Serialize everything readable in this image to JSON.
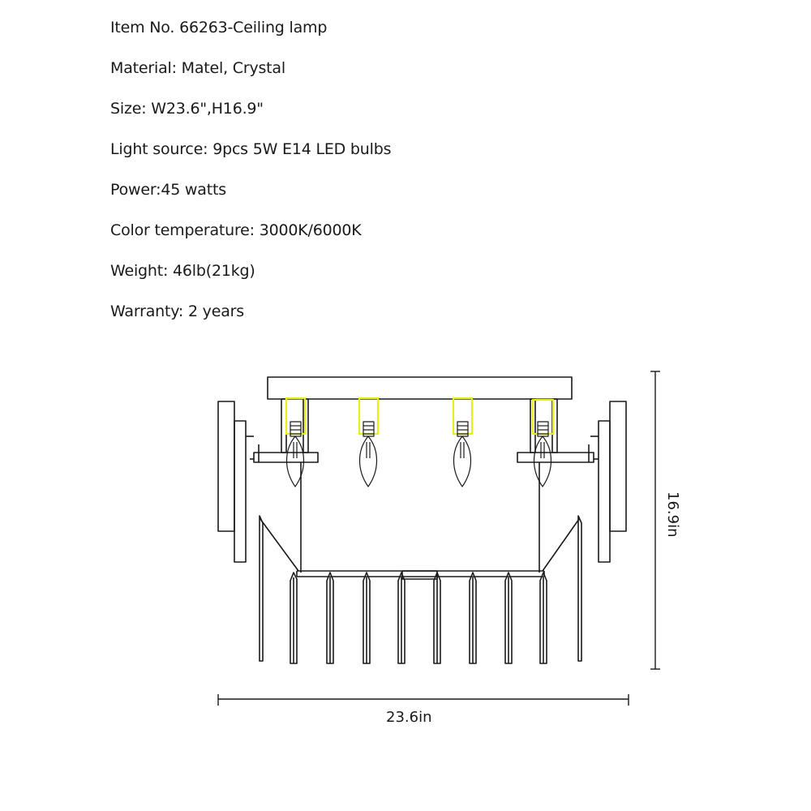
{
  "specs": {
    "item_no": "Item No. 66263-Ceiling lamp",
    "material": "Material: Matel, Crystal",
    "size": "Size: W23.6\",H16.9\"",
    "light_source": "Light source: 9pcs 5W E14 LED bulbs",
    "power": "Power:45 watts",
    "color_temperature": "Color temperature: 3000K/6000K",
    "weight": "Weight: 46lb(21kg)",
    "warranty": "Warranty: 2 years"
  },
  "dimensions": {
    "width_label": "23.6in",
    "height_label": "16.9in"
  },
  "colors": {
    "line": "#1a1a1a",
    "bulb_highlight": "#e6f016",
    "text": "#1a1a1a"
  }
}
